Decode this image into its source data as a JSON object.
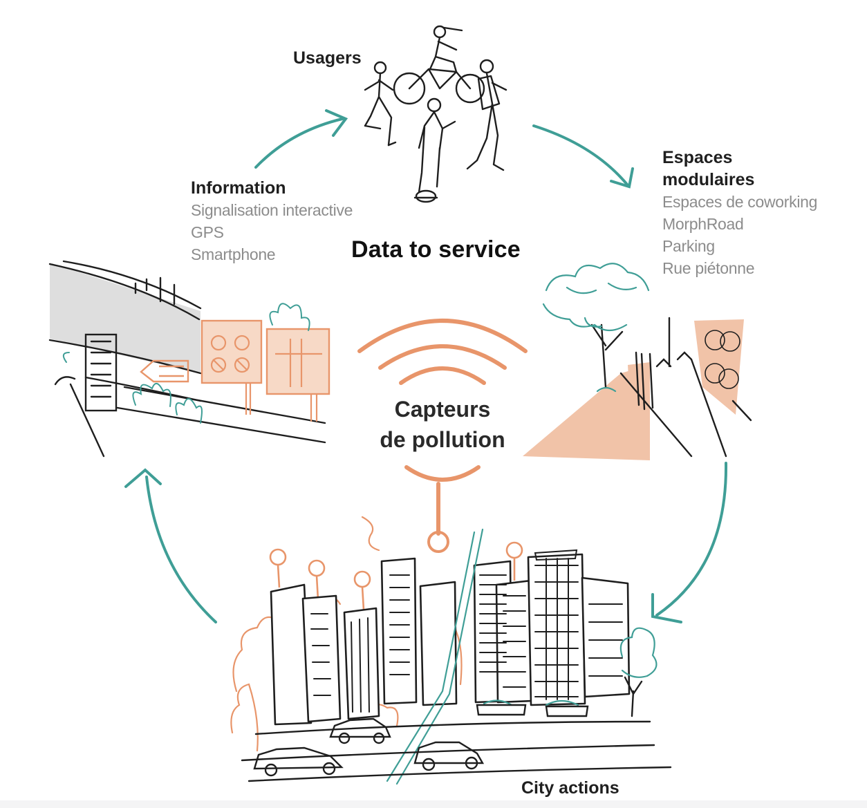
{
  "diagram": {
    "center_title": "Data to service",
    "usagers": {
      "title": "Usagers"
    },
    "information": {
      "title": "Information",
      "items": [
        "Signalisation interactive",
        "GPS",
        "Smartphone"
      ]
    },
    "espaces": {
      "title_line1": "Espaces",
      "title_line2": "modulaires",
      "items": [
        "Espaces de coworking",
        "MorphRoad",
        "Parking",
        "Rue piétonne"
      ]
    },
    "capteurs": {
      "line1": "Capteurs",
      "line2": "de pollution"
    },
    "city_actions": {
      "title": "City actions"
    },
    "colors": {
      "teal": "#3f9e96",
      "orange": "#e8956a",
      "peach": "#f1c3a8",
      "ink": "#1e1e1e",
      "grey_text": "#8c8c8c"
    },
    "illustrations": {
      "usagers": "people-cycling-walking-sketch",
      "information": "road-with-interactive-signs-sketch",
      "espaces": "pedestrian-street-with-trees-and-bikes-sketch",
      "city": "city-buildings-with-sensors-and-cars-sketch"
    }
  }
}
